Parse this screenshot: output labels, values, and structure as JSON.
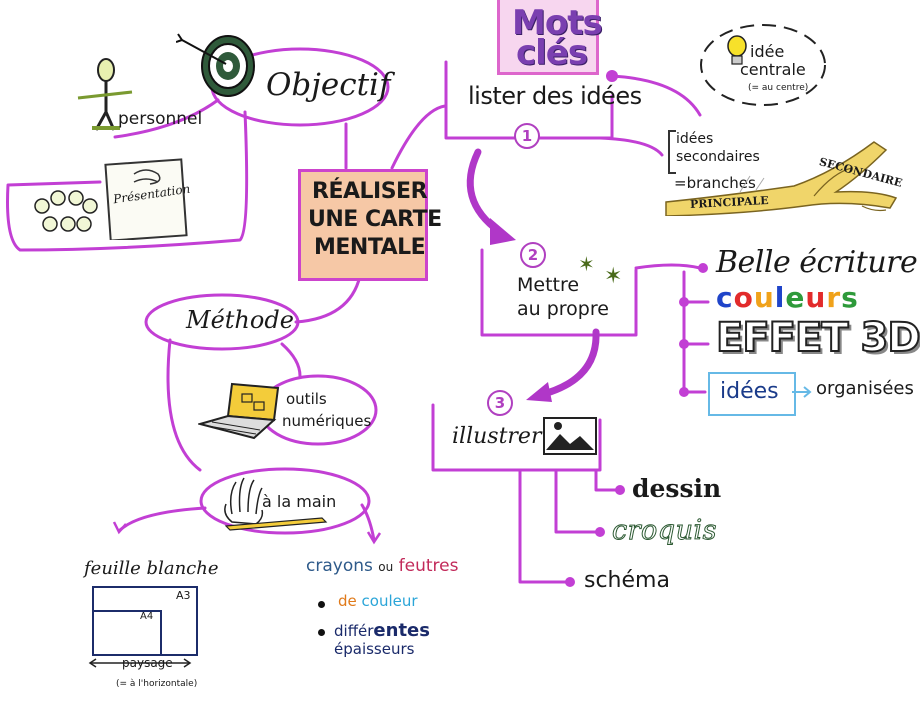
{
  "title": {
    "line1": "RÉALISER",
    "line2": "UNE CARTE",
    "line3": "MENTALE"
  },
  "keywords": {
    "line1": "Mots",
    "line2": "clés"
  },
  "objective": {
    "label": "Objectif",
    "personal": "personnel",
    "presentation": "Présentation"
  },
  "steps": {
    "one": {
      "num": "1",
      "label": "lister des idées"
    },
    "two": {
      "num": "2",
      "line1": "Mettre",
      "line2": "au propre"
    },
    "three": {
      "num": "3",
      "label": "illustrer"
    }
  },
  "central_idea": {
    "line1": "idée",
    "line2": "centrale",
    "note": "(= au centre)"
  },
  "branches": {
    "secondary_ideas_1": "idées",
    "secondary_ideas_2": "secondaires",
    "branches_label": "=branches",
    "principal": "PRINCIPALE",
    "secondary": "SECONDAIRE"
  },
  "clean_up": {
    "beautiful_writing": "Belle écriture",
    "colors": [
      "c",
      "o",
      "u",
      "l",
      "e",
      "u",
      "r",
      "s"
    ],
    "effect": "EFFET 3D",
    "ideas": "idées",
    "organized": "organisées"
  },
  "illustrate": {
    "drawing": "dessin",
    "sketches": "croquis",
    "schema": "schéma"
  },
  "method": {
    "label": "Méthode",
    "digital_1": "outils",
    "digital_2": "numériques",
    "by_hand": "à la main"
  },
  "paper": {
    "label": "feuille blanche",
    "a3": "A3",
    "a4": "A4",
    "landscape": "paysage",
    "landscape_note": "(= à l'horizontale)"
  },
  "pens": {
    "crayons": "crayons",
    "ou": "ou",
    "feutres": "feutres",
    "de": "de",
    "couleur": "couleur",
    "differ": "différ",
    "entes": "entes",
    "epaisseurs": "épaisseurs"
  },
  "colors": {
    "stroke": "#c23fd4",
    "center_fill": "#f6c8a6",
    "keyword_fill": "#f7d6ef",
    "keyword_text": "#7a3fb0",
    "branch_yellow": "#f0d56a",
    "light_blue": "#66b9e6"
  },
  "icons": [
    "target-icon",
    "stick-figure-icon",
    "faces-icon",
    "lightbulb-icon",
    "star-icon",
    "laptop-icon",
    "hand-icon",
    "pencil-icon",
    "picture-icon"
  ]
}
